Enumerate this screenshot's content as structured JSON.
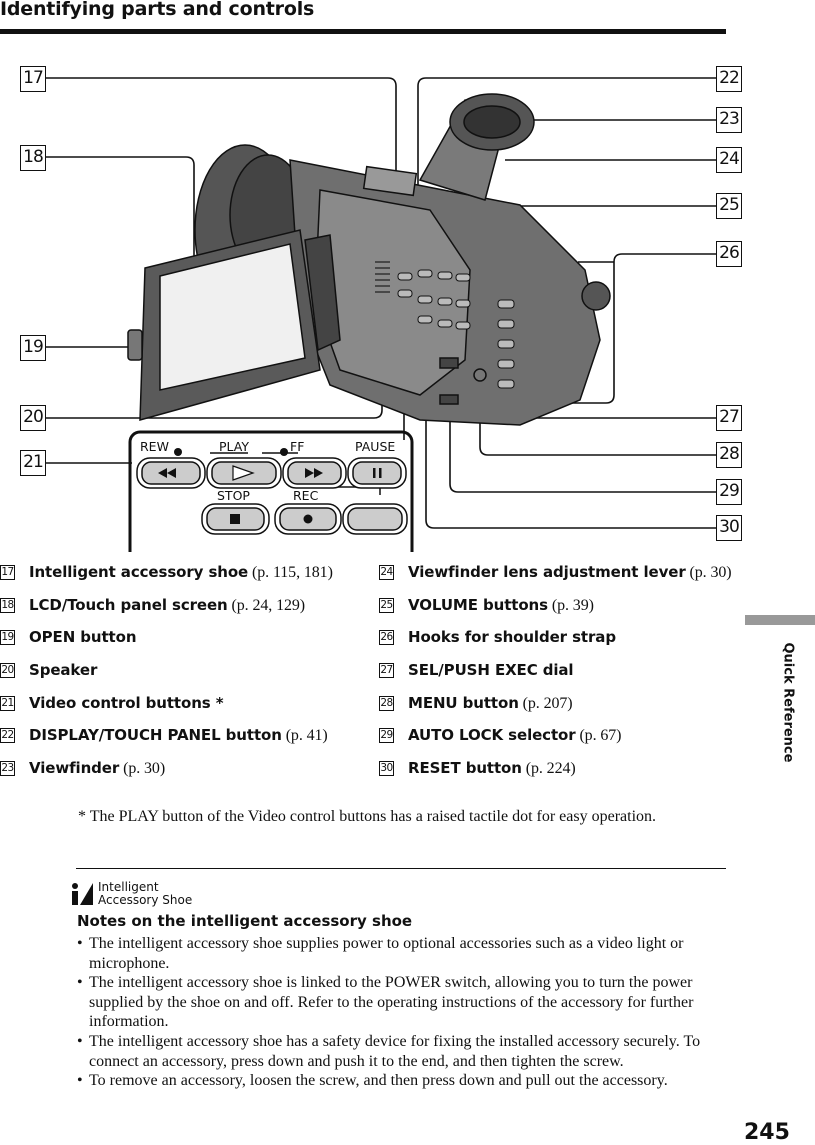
{
  "page": {
    "title": "Identifying parts and controls",
    "side_label": "Quick Reference",
    "page_number": "245"
  },
  "callouts": [
    "17",
    "18",
    "19",
    "20",
    "21",
    "22",
    "23",
    "24",
    "25",
    "26",
    "27",
    "28",
    "29",
    "30"
  ],
  "control_panel": {
    "rew": "REW",
    "play": "PLAY",
    "ff": "FF",
    "pause": "PAUSE",
    "stop": "STOP",
    "rec": "REC"
  },
  "parts_left": [
    {
      "num": "17",
      "name": "Intelligent accessory shoe",
      "ref": " (p. 115, 181)"
    },
    {
      "num": "18",
      "name": "LCD/Touch panel screen",
      "ref": " (p. 24, 129)"
    },
    {
      "num": "19",
      "name": "OPEN button",
      "ref": ""
    },
    {
      "num": "20",
      "name": "Speaker",
      "ref": ""
    },
    {
      "num": "21",
      "name": "Video control buttons *",
      "ref": ""
    },
    {
      "num": "22",
      "name": "DISPLAY/TOUCH PANEL button",
      "ref": " (p. 41)"
    },
    {
      "num": "23",
      "name": "Viewfinder",
      "ref": " (p. 30)"
    }
  ],
  "parts_right": [
    {
      "num": "24",
      "name": "Viewfinder lens adjustment lever",
      "ref": " (p. 30)"
    },
    {
      "num": "25",
      "name": "VOLUME buttons",
      "ref": " (p. 39)"
    },
    {
      "num": "26",
      "name": "Hooks for shoulder strap",
      "ref": ""
    },
    {
      "num": "27",
      "name": "SEL/PUSH EXEC dial",
      "ref": ""
    },
    {
      "num": "28",
      "name": "MENU button",
      "ref": " (p. 207)"
    },
    {
      "num": "29",
      "name": "AUTO LOCK selector",
      "ref": " (p. 67)"
    },
    {
      "num": "30",
      "name": "RESET button",
      "ref": " (p. 224)"
    }
  ],
  "footnote": "* The PLAY button of the Video control buttons has a raised tactile dot for easy operation.",
  "logo_text": {
    "line1": "Intelligent",
    "line2": "Accessory Shoe"
  },
  "notes": {
    "title": "Notes on the intelligent accessory shoe",
    "items": [
      "The intelligent accessory shoe supplies power to optional accessories such as a video light or microphone.",
      "The intelligent accessory shoe is linked to the POWER switch, allowing you to turn the power supplied by the shoe on and off. Refer to the operating instructions of the accessory for further information.",
      "The intelligent accessory shoe has a safety device for fixing the installed accessory securely. To connect an accessory, press down and push it to the end, and then tighten the screw.",
      "To remove an accessory, loosen the screw, and then press down and pull out the accessory."
    ]
  },
  "colors": {
    "ink": "#111111",
    "camera_body": "#6f6f6f",
    "lcd": "#eeeeee",
    "tab": "#999999"
  }
}
